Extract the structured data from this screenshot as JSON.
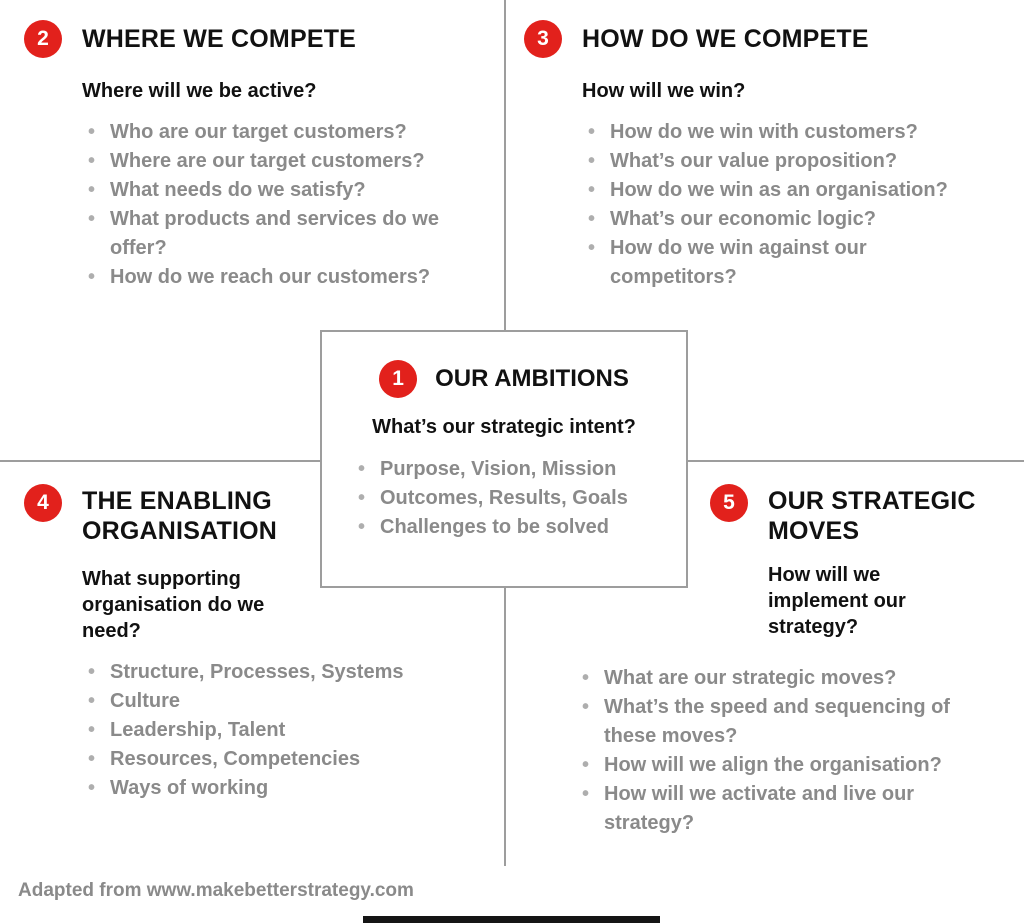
{
  "colors": {
    "accent": "#e2211c",
    "line": "#9d9d9d",
    "bullet": "#8a8a8a"
  },
  "center": {
    "number": "1",
    "title": "OUR AMBITIONS",
    "question": "What’s our strategic intent?",
    "bullets": [
      "Purpose, Vision, Mission",
      "Outcomes, Results, Goals",
      "Challenges to be solved"
    ]
  },
  "quadrants": {
    "top_left": {
      "number": "2",
      "title": "WHERE WE COMPETE",
      "question": "Where will we be active?",
      "bullets": [
        "Who are our target customers?",
        "Where are our target customers?",
        "What needs do we satisfy?",
        "What products and services do we offer?",
        "How do we reach our customers?"
      ]
    },
    "top_right": {
      "number": "3",
      "title": "HOW DO WE COMPETE",
      "question": "How will we win?",
      "bullets": [
        "How do we win with customers?",
        "What’s our value proposition?",
        "How do we win as an organisation?",
        "What’s our economic logic?",
        "How do we win against our competitors?"
      ]
    },
    "bottom_left": {
      "number": "4",
      "title": "THE ENABLING ORGANISATION",
      "question": "What supporting organisation do we need?",
      "bullets": [
        "Structure, Processes, Systems",
        "Culture",
        "Leadership, Talent",
        "Resources, Competencies",
        "Ways of working"
      ]
    },
    "bottom_right": {
      "number": "5",
      "title": "OUR STRATEGIC MOVES",
      "question": "How will we implement our strategy?",
      "bullets": [
        "What are our strategic moves?",
        "What’s the speed and sequencing of these moves?",
        "How will we align the organisation?",
        "How will we activate and live our strategy?"
      ]
    }
  },
  "footer": {
    "credit": "Adapted from www.makebetterstrategy.com"
  }
}
